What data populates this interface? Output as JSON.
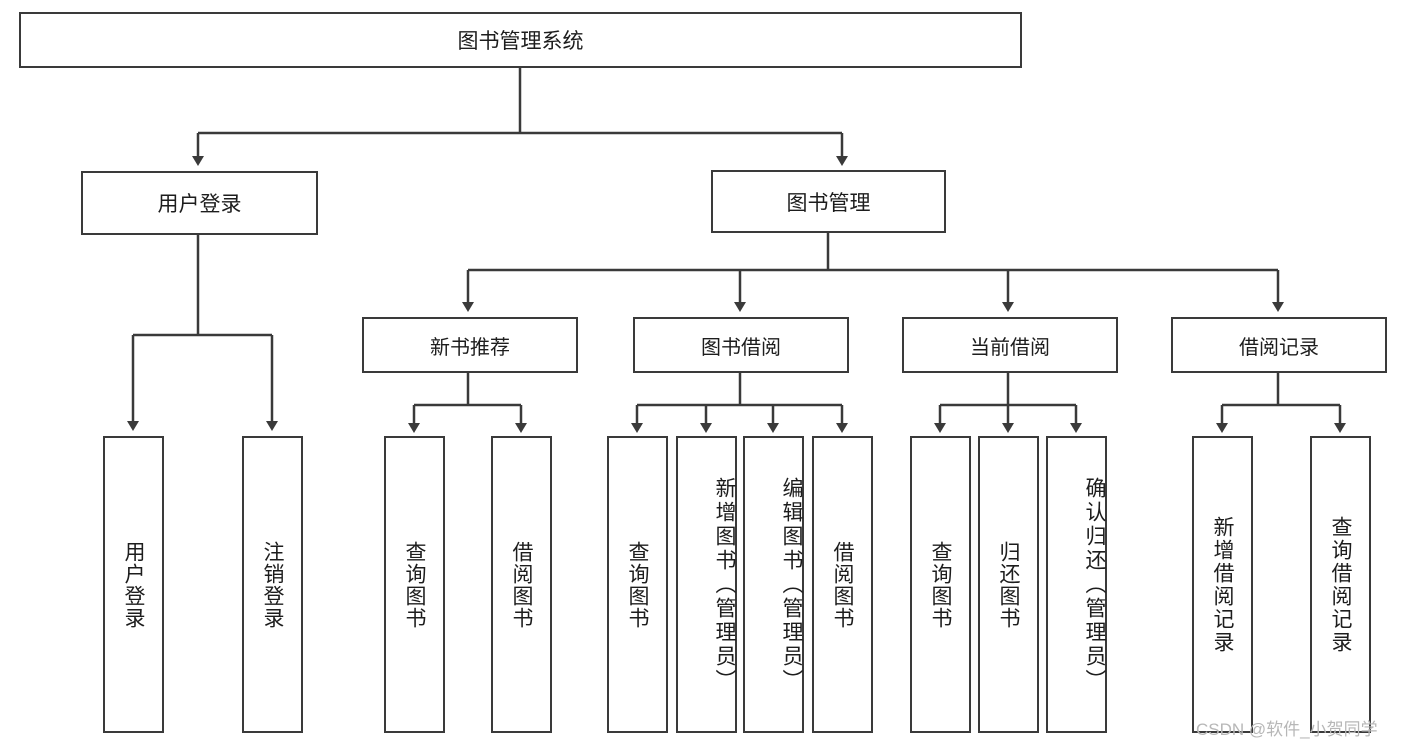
{
  "diagram": {
    "title": "图书管理系统",
    "type": "hierarchy-tree",
    "root": {
      "label": "图书管理系统"
    },
    "level1": [
      {
        "label": "用户登录"
      },
      {
        "label": "图书管理"
      }
    ],
    "level2": [
      {
        "label": "新书推荐"
      },
      {
        "label": "图书借阅"
      },
      {
        "label": "当前借阅"
      },
      {
        "label": "借阅记录"
      }
    ],
    "leaves": {
      "user_login": [
        {
          "label": "用户登录"
        },
        {
          "label": "注销登录"
        }
      ],
      "new_book_recommend": [
        {
          "label": "查询图书"
        },
        {
          "label": "借阅图书"
        }
      ],
      "book_borrow": [
        {
          "label": "查询图书"
        },
        {
          "label": "新增图书（管理员）"
        },
        {
          "label": "编辑图书（管理员）"
        },
        {
          "label": "借阅图书"
        }
      ],
      "current_borrow": [
        {
          "label": "查询图书"
        },
        {
          "label": "归还图书"
        },
        {
          "label": "确认归还（管理员）"
        }
      ],
      "borrow_record": [
        {
          "label": "新增借阅记录"
        },
        {
          "label": "查询借阅记录"
        }
      ]
    }
  },
  "watermark": {
    "text": "CSDN @软件_小贺同学"
  },
  "colors": {
    "stroke": "#3a3a3a",
    "box_fill": "#ffffff",
    "text": "#1d1d1d",
    "watermark": "#b7b7b7"
  }
}
